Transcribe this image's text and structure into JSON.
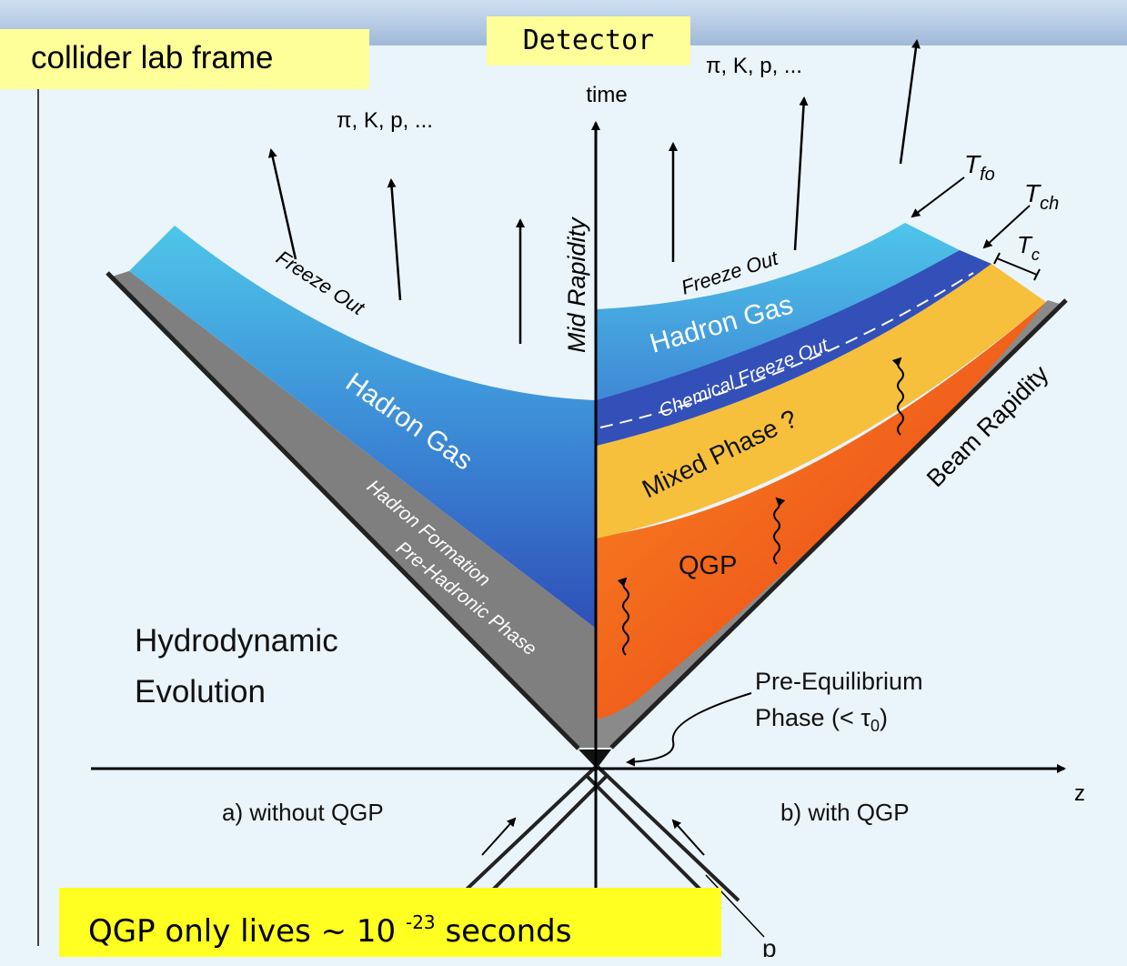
{
  "callouts": {
    "frame_label": "collider lab frame",
    "detector_label": "Detector",
    "lifetime_prefix": "QGP only lives ~ 10",
    "lifetime_exponent": "-23",
    "lifetime_suffix": "seconds"
  },
  "axes": {
    "time": "time",
    "z": "z",
    "mid_rapidity": "Mid Rapidity",
    "beam_rapidity": "Beam Rapidity"
  },
  "left_panel": {
    "caption": "a) without QGP",
    "particles": "π, K, p, ...",
    "freeze_out": "Freeze Out",
    "hadron_gas": "Hadron Gas",
    "hadron_formation": "Hadron Formation",
    "pre_hadronic": "Pre-Hadronic Phase",
    "hydro_line1": "Hydrodynamic",
    "hydro_line2": "Evolution"
  },
  "right_panel": {
    "caption": "b) with QGP",
    "particles": "π, K, p, ...",
    "freeze_out": "Freeze Out",
    "hadron_gas": "Hadron Gas",
    "chemical_freeze_out": "Chemical Freeze Out",
    "mixed_phase": "Mixed Phase ?",
    "qgp": "QGP",
    "pre_eq_line1": "Pre-Equilibrium",
    "pre_eq_line2": "Phase (< τ",
    "pre_eq_sub": "0",
    "pre_eq_close": ")",
    "beam_letter": "p"
  },
  "temperatures": {
    "t_fo": "T",
    "t_fo_sub": "fo",
    "t_ch": "T",
    "t_ch_sub": "ch",
    "t_c": "T",
    "t_c_sub": "c"
  },
  "colors": {
    "hadron_gas_top": "#4ec6ea",
    "hadron_gas_bottom": "#2f4fb8",
    "mixed_phase": "#f6c03c",
    "qgp_orange": "#f36b1c",
    "qgp_red": "#e12a1a",
    "pre_phase_gray": "#7a7a7a",
    "callout_yellow": "#ffff99",
    "note_yellow": "#ffff22"
  }
}
